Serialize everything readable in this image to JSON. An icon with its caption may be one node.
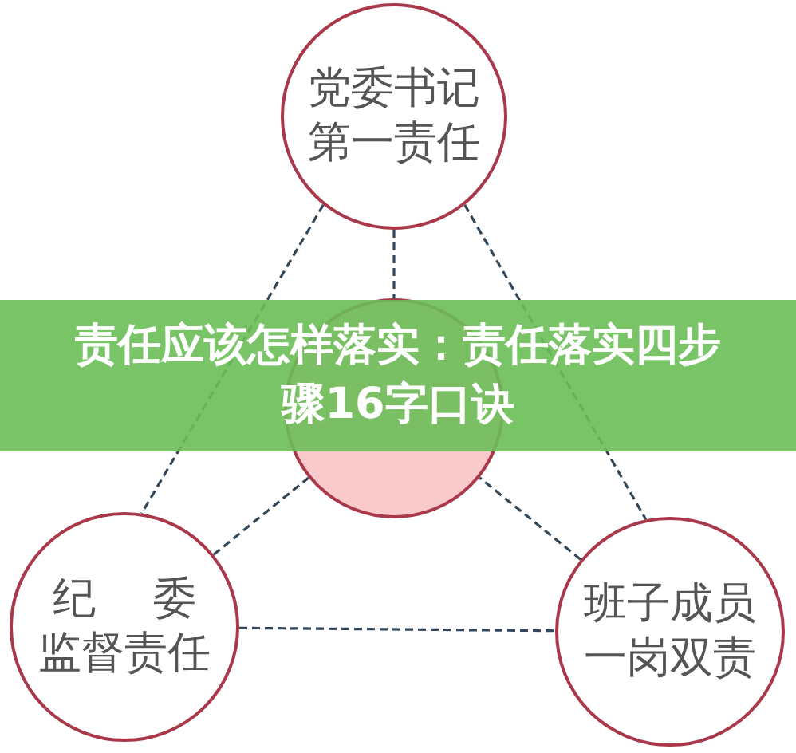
{
  "diagram": {
    "title": "责任应该怎样落实：责任落实四步骤16字口诀",
    "nodes": [
      {
        "text": [
          "党委书记第一责任"
        ]
      },
      {
        "text": [],
        "shape": "circle"
      },
      {
        "text": [
          "纪 委监督责任"
        ]
      },
      {
        "text": [
          "班子成员一岗双责"
        ]
      }
    ],
    "edges": [
      {
        "from": 0,
        "to": 2,
        "arrow": "none",
        "style": "dashed"
      },
      {
        "from": 0,
        "to": 1,
        "arrow": "none",
        "style": "dashed"
      },
      {
        "from": 0,
        "to": 3,
        "arrow": "none",
        "style": "dashed"
      },
      {
        "from": 2,
        "to": 1,
        "arrow": "none",
        "style": "dashed"
      },
      {
        "from": 3,
        "to": 1,
        "arrow": "none",
        "style": "dashed"
      },
      {
        "from": 2,
        "to": 3,
        "arrow": "none",
        "style": "dashed"
      }
    ]
  }
}
